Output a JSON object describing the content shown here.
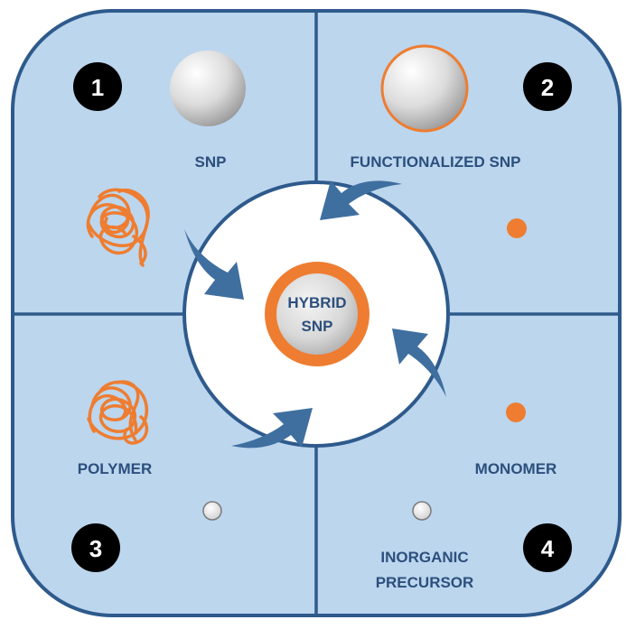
{
  "quadrants": [
    {
      "number": "1",
      "label": "SNP"
    },
    {
      "number": "2",
      "label": "FUNCTIONALIZED SNP"
    },
    {
      "number": "3",
      "label": "POLYMER"
    },
    {
      "number": "4",
      "label_lines": [
        "INORGANIC",
        "PRECURSOR"
      ],
      "extra_label": "MONOMER"
    }
  ],
  "center": {
    "line1": "HYBRID",
    "line2": "SNP"
  },
  "colors": {
    "panel_fill": "#bcd6ee",
    "panel_border": "#2e5a8c",
    "orange": "#ee7d31",
    "arrow": "#3f6f9f",
    "label_text": "#2c4f7c",
    "badge": "#000000"
  }
}
